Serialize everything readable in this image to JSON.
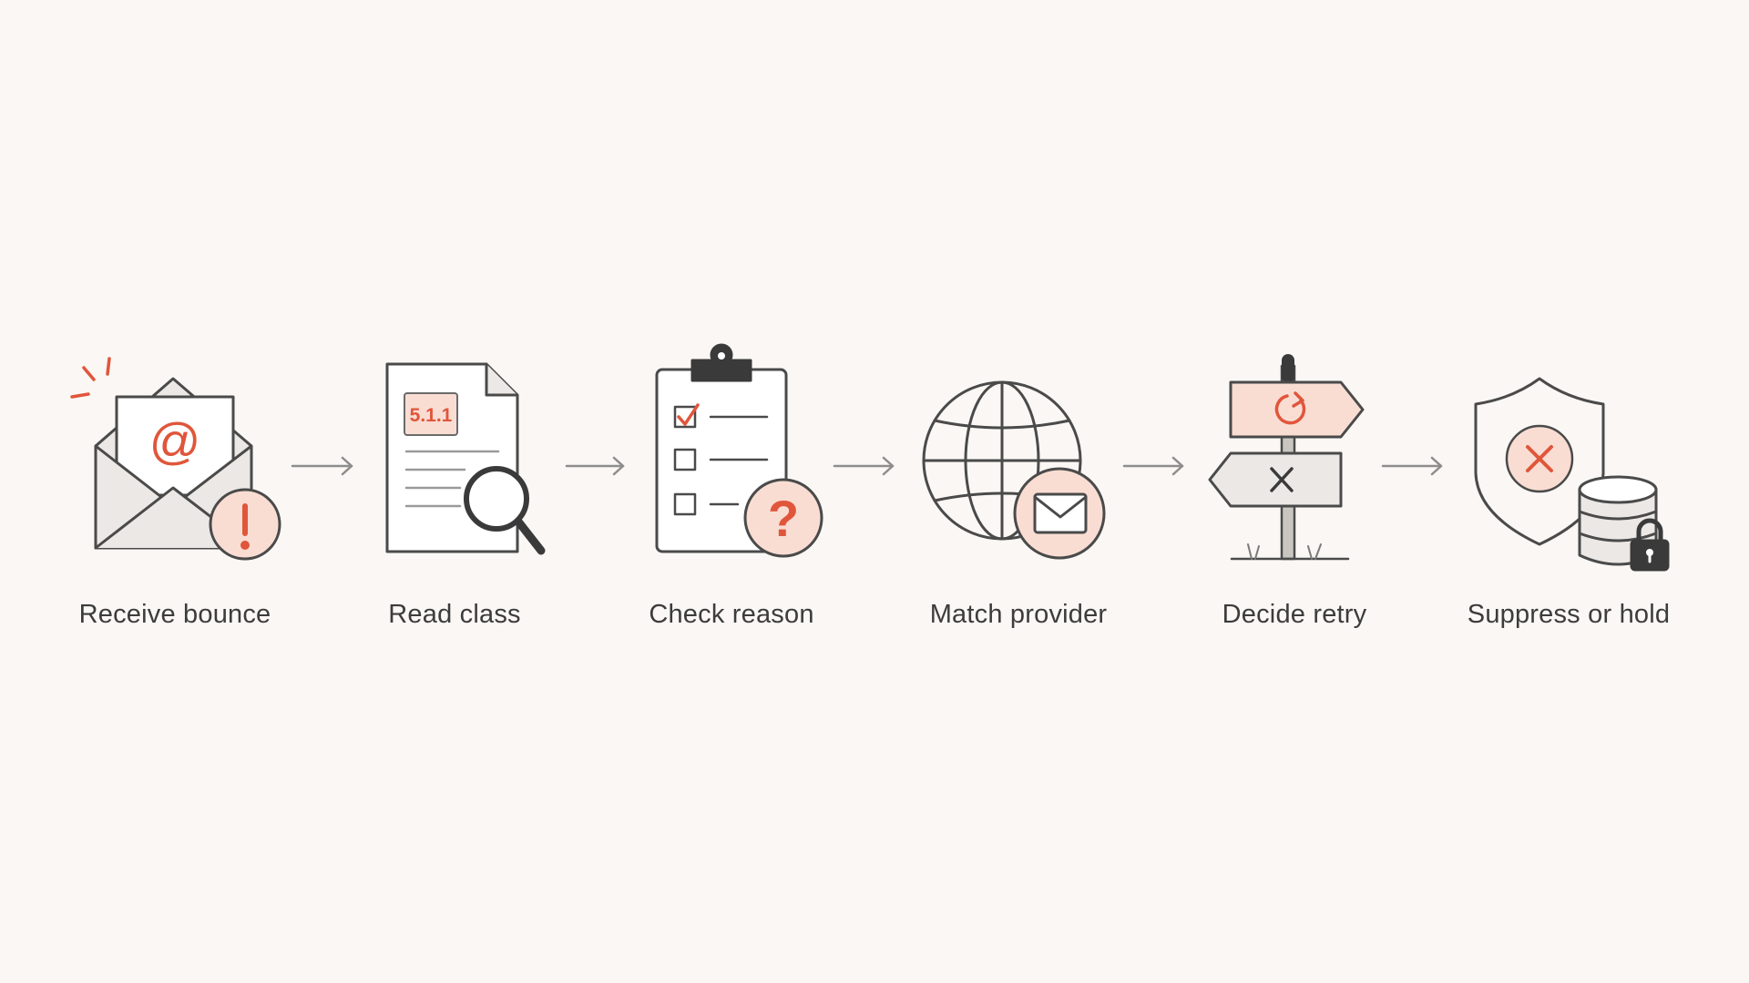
{
  "diagram": {
    "steps": [
      {
        "label": "Receive bounce",
        "icon": "envelope-alert-icon"
      },
      {
        "label": "Read class",
        "icon": "document-search-icon",
        "code": "5.1.1"
      },
      {
        "label": "Check reason",
        "icon": "clipboard-question-icon"
      },
      {
        "label": "Match provider",
        "icon": "globe-mail-icon"
      },
      {
        "label": "Decide retry",
        "icon": "signpost-icon"
      },
      {
        "label": "Suppress or hold",
        "icon": "shield-database-lock-icon"
      }
    ],
    "colors": {
      "background": "#faf7f4",
      "stroke": "#4a4a4a",
      "accent": "#e0563b",
      "accent_fill": "#f9ddd3",
      "paper": "#ffffff",
      "envelope": "#ebe8e5",
      "arrow": "#8d8d8d"
    }
  }
}
